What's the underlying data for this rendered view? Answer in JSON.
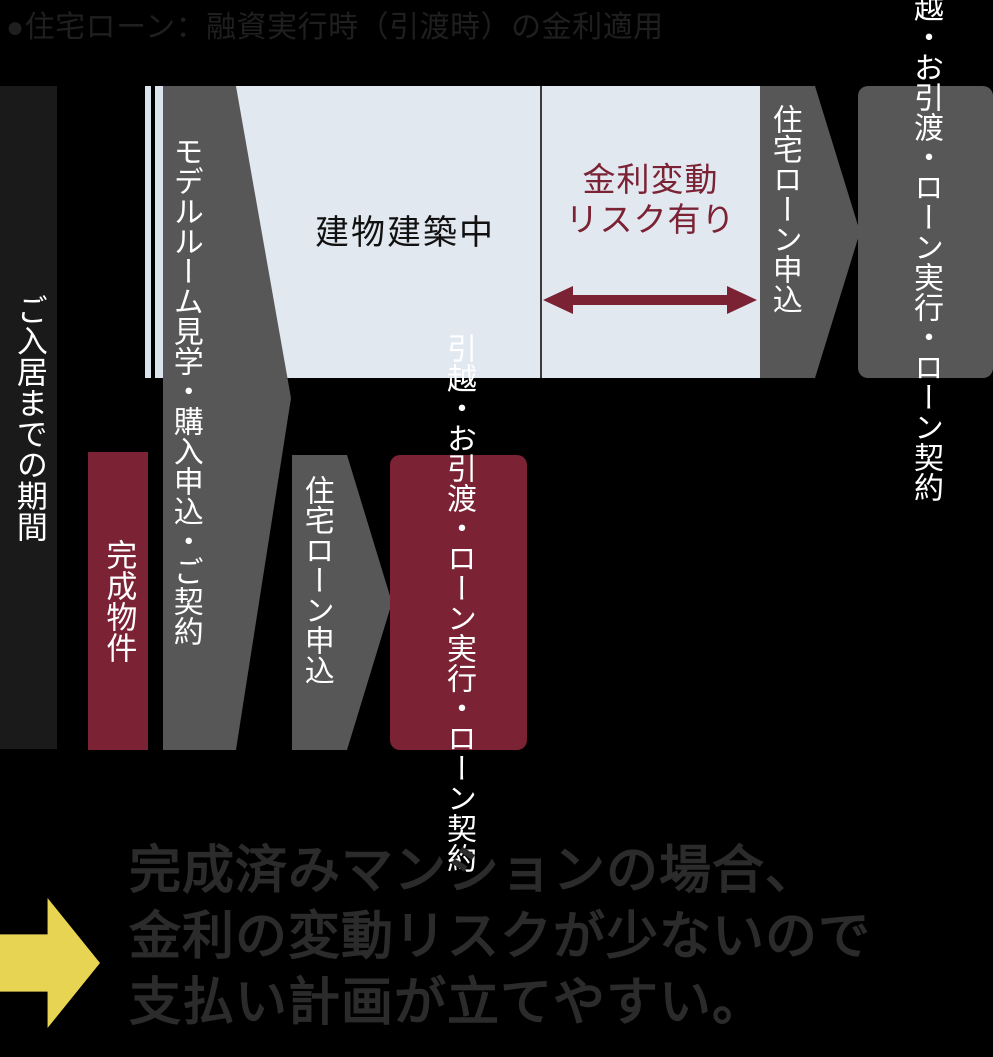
{
  "title": "●住宅ローン：融資実行時（引渡時）の金利適用",
  "axis": {
    "period_label": "ご入居までの期間"
  },
  "timeline_under_construction": {
    "model_room_label": "モデルルーム見学・購入申込・ご契約",
    "construction_label": "建物建築中",
    "risk_label": "金利変動\nリスク有り",
    "risk_label_line1": "金利変動",
    "risk_label_line2": "リスク有り",
    "loan_application_label": "住宅ローン申込",
    "completion_label": "引越・お引渡・ローン実行・ローン契約"
  },
  "timeline_completed_property": {
    "ready_property_label": "完成物件",
    "loan_application_label": "住宅ローン申込",
    "completion_label": "引越・お引渡・ローン実行・ローン契約"
  },
  "footer": {
    "line1": "完成済みマンションの場合、",
    "line2": "金利の変動リスクが少ないので",
    "line3": "支払い計画が立てやすい。"
  },
  "colors": {
    "background": "#000000",
    "dark_panel": "#1a1a1a",
    "gray": "#575757",
    "dark_red": "#7b2234",
    "light_blue": "#e2e8f0",
    "stripe_blue": "#dbe3ee",
    "yellow": "#e8d453",
    "title_text": "#1f1f1f",
    "footer_text": "#2b2b2b",
    "white": "#ffffff"
  }
}
